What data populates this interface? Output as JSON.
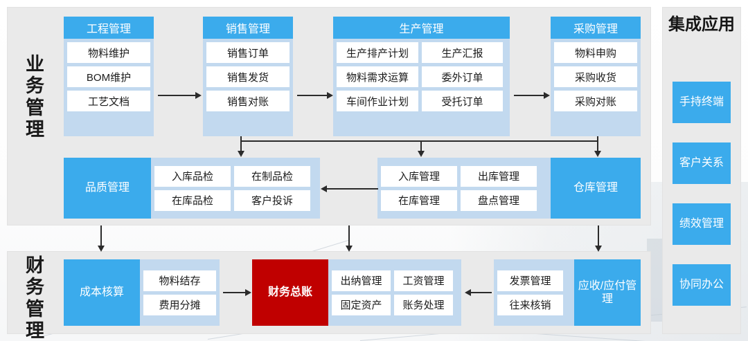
{
  "sections": {
    "business": {
      "label": "业务管理"
    },
    "finance": {
      "label": "财务管理"
    },
    "apps": {
      "title": "集成应用"
    }
  },
  "modules": {
    "engineering": {
      "title": "工程管理",
      "cells": [
        "物料维护",
        "BOM维护",
        "工艺文档"
      ]
    },
    "sales": {
      "title": "销售管理",
      "cells": [
        "销售订单",
        "销售发货",
        "销售对账"
      ]
    },
    "production": {
      "title": "生产管理",
      "cells": [
        "生产排产计划",
        "生产汇报",
        "物料需求运算",
        "委外订单",
        "车间作业计划",
        "受托订单"
      ]
    },
    "purchase": {
      "title": "采购管理",
      "cells": [
        "物料申购",
        "采购收货",
        "采购对账"
      ]
    },
    "quality": {
      "title": "品质管理",
      "cells": [
        "入库品检",
        "在制品检",
        "在库品检",
        "客户投诉"
      ]
    },
    "warehouse": {
      "title": "仓库管理",
      "cells": [
        "入库管理",
        "出库管理",
        "在库管理",
        "盘点管理"
      ]
    },
    "cost": {
      "title": "成本核算",
      "cells": [
        "物料结存",
        "费用分摊"
      ]
    },
    "ledger": {
      "title": "财务总账",
      "cells": [
        "出纳管理",
        "工资管理",
        "固定资产",
        "账务处理"
      ]
    },
    "receivable": {
      "title": "应收/应付管理",
      "cells": [
        "发票管理",
        "往来核销"
      ]
    }
  },
  "apps": [
    {
      "label": "手持终端"
    },
    {
      "label": "客户关系"
    },
    {
      "label": "绩效管理"
    },
    {
      "label": "协同办公"
    }
  ],
  "colors": {
    "primary_blue": "#3babec",
    "light_blue_frame": "#c2d9ef",
    "panel_gray": "#eaeaea",
    "accent_red": "#c00000",
    "connector": "#2b2b2b",
    "cell_bg": "#ffffff"
  }
}
